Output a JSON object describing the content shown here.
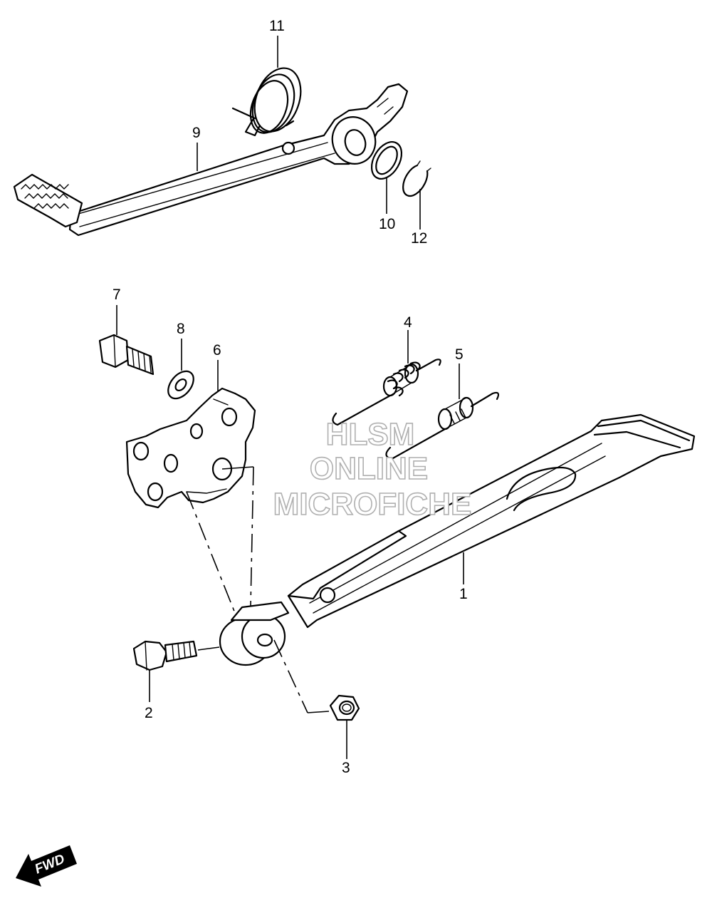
{
  "callouts": {
    "c1": "1",
    "c2": "2",
    "c3": "3",
    "c4": "4",
    "c5": "5",
    "c6": "6",
    "c7": "7",
    "c8": "8",
    "c9": "9",
    "c10": "10",
    "c11": "11",
    "c12": "12"
  },
  "watermark": {
    "line1": "HLSM",
    "line2": "ONLINE",
    "line3": "MICROFICHE"
  },
  "direction": {
    "label": "FWD",
    "icon": "forward-arrow-icon"
  }
}
